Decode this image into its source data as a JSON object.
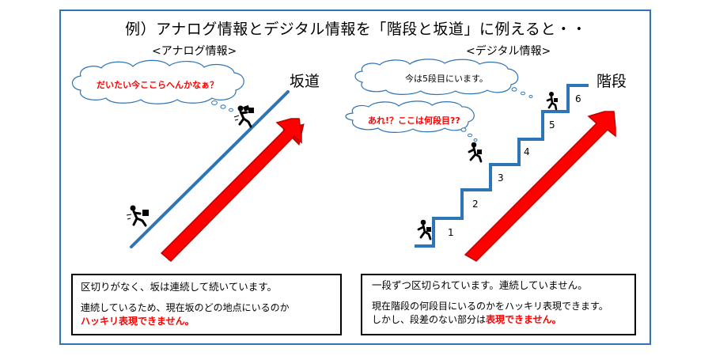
{
  "title": "例）アナログ情報とデジタル情報を「階段と坂道」に例えると・・",
  "analog": {
    "subtitle": "<アナログ情報>",
    "thought": "だいたい今ここらへんかなぁ？",
    "slope_label": "坂道",
    "box": {
      "line1": "区切りがなく、坂は連続して続いています。",
      "line2": "連続しているため、現在坂のどの地点にいるのか",
      "line3_emph": "ハッキリ表現できません。"
    }
  },
  "digital": {
    "subtitle": "<デジタル情報>",
    "thought_top": "今は5段目にいます。",
    "thought_mid": "あれ!？ここは何段目??",
    "stairs_label": "階段",
    "steps": [
      "1",
      "2",
      "3",
      "4",
      "5",
      "6"
    ],
    "box": {
      "line1": "一段ずつ区切られています。連続していません。",
      "line2": "現在階段の何段目にいるのかをハッキリ表現できます。",
      "line3_pre": "しかし、段差のない部分は",
      "line3_emph": "表現できません。"
    }
  },
  "colors": {
    "frame": "#2e75b6",
    "line": "#2e75b6",
    "arrow": "#ff0000",
    "emphasis": "#ff0000"
  }
}
